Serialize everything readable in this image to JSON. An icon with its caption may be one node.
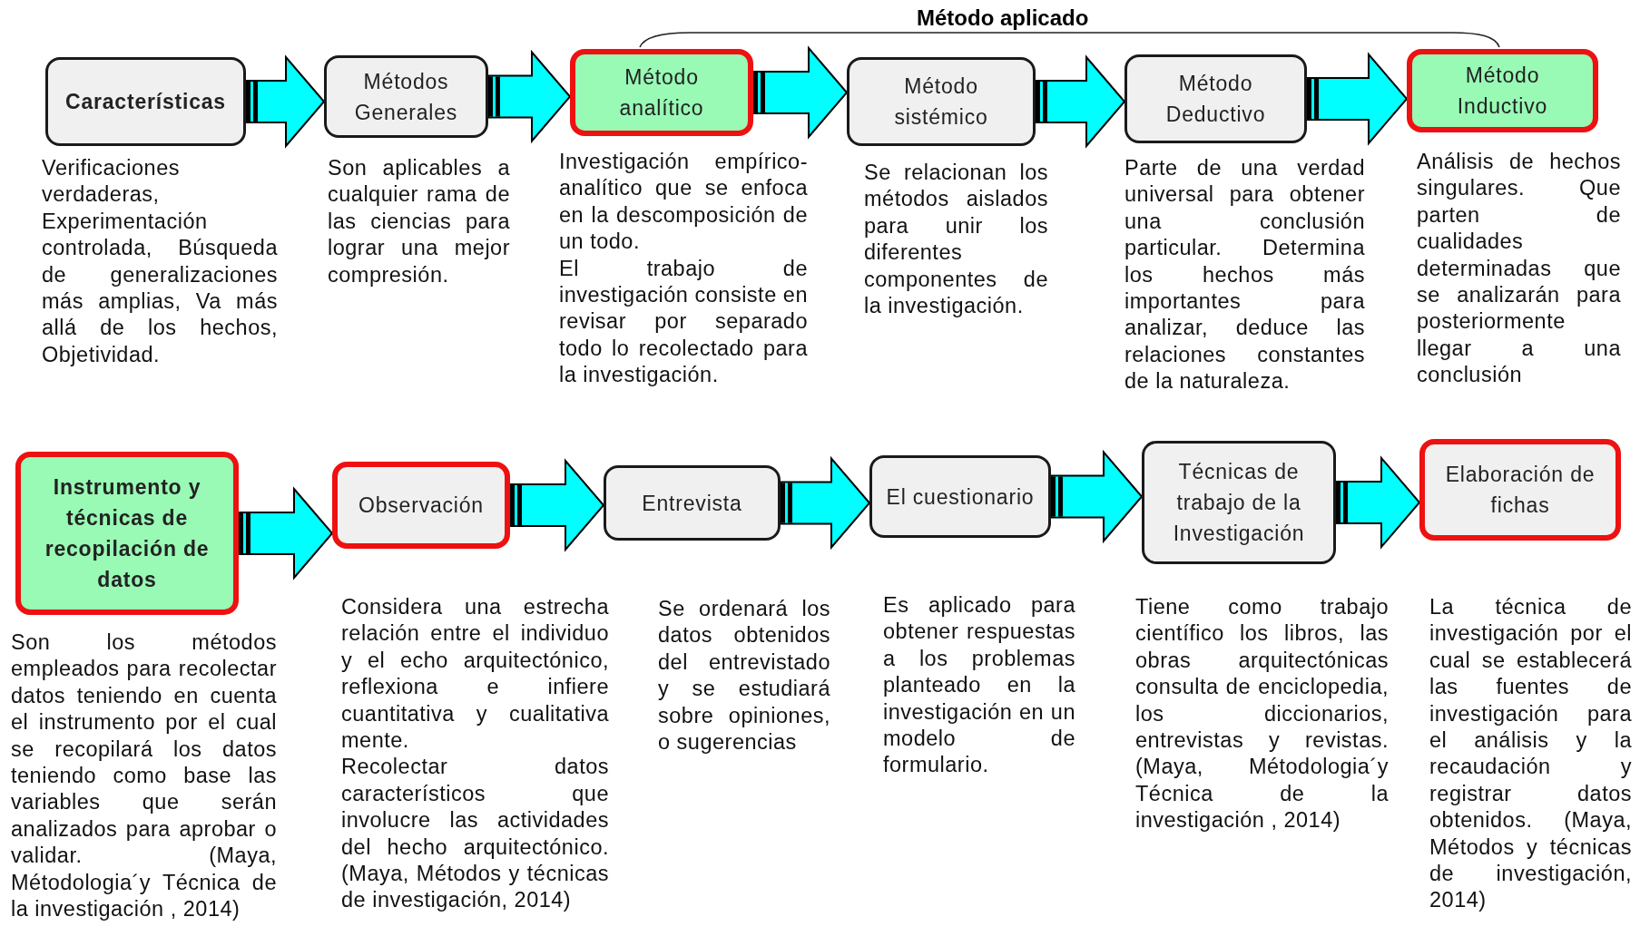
{
  "diagram": {
    "nodes": [
      {
        "text": [
          "Características"
        ],
        "beside": [
          "Verificaciones verdaderas, Experimentación controlada, Búsqueda de generalizaciones más amplias, Va más allá de los hechos, Objetividad."
        ]
      },
      {
        "text": [
          "Métodos Generales"
        ],
        "beside": [
          "Son aplicables a cualquier rama de las ciencias para lograr una mejor compresión."
        ]
      },
      {
        "text": [
          "Método analítico"
        ],
        "beside": [
          "Investigación empírico-analítico que se enfoca en la descomposición de un todo.",
          "El trabajo de investigación consiste en revisar por separado todo lo recolectado para la investigación."
        ]
      },
      {
        "text": [
          "Método sistémico"
        ],
        "beside": [
          "Se relacionan los métodos aislados para unir los diferentes componentes de la investigación."
        ]
      },
      {
        "text": [
          "Método Deductivo"
        ],
        "beside": [
          "Parte de una verdad universal para obtener una conclusión particular. Determina los hechos más importantes para analizar, deduce las relaciones constantes de la naturaleza."
        ]
      },
      {
        "text": [
          "Método Inductivo"
        ],
        "beside": [
          "Análisis de hechos singulares. Que parten de cualidades determinadas que se analizarán para posteriormente llegar a una conclusión"
        ]
      },
      {
        "text": [
          "Instrumento y técnicas de recopilación de datos"
        ],
        "beside": [
          "Son los métodos empleados para recolectar datos teniendo en cuenta el instrumento por el cual se recopilará los datos teniendo como base las variables que serán analizados para aprobar o validar. (Maya, Métodologia´y Técnica de la investigación , 2014)"
        ]
      },
      {
        "text": [
          "Observación"
        ],
        "beside": [
          "Considera una estrecha relación entre el individuo y el echo arquitectónico, reflexiona e infiere cuantitativa y cualitativa mente.",
          "Recolectar datos característicos que involucre las actividades del hecho arquitectónico. (Maya, Métodos y técnicas de investigación, 2014)"
        ]
      },
      {
        "text": [
          "Entrevista"
        ],
        "beside": [
          "Se ordenará los datos obtenidos del entrevistado y se estudiará sobre opiniones, o sugerencias"
        ]
      },
      {
        "text": [
          "El cuestionario"
        ],
        "beside": [
          "Es aplicado para obtener respuestas a los problemas planteado en la investigación en un modelo de formulario."
        ]
      },
      {
        "text": [
          "Técnicas de trabajo de la Investigación"
        ],
        "beside": [
          "Tiene como trabajo científico los libros, las obras arquitectónicas consulta de enciclopedia, los diccionarios, entrevistas y revistas. (Maya, Métodologia´y Técnica de la investigación , 2014)"
        ]
      },
      {
        "text": [
          "Elaboración de fichas"
        ],
        "beside": [
          "La técnica de investigación por el cual se establecerá las fuentes de investigación para el análisis y la recaudación y registrar datos obtenidos. (Maya, Métodos y técnicas de investigación, 2014)"
        ]
      }
    ],
    "edges": [
      {
        "from": 0,
        "to": 1,
        "arrow": "to"
      },
      {
        "from": 1,
        "to": 2,
        "arrow": "to"
      },
      {
        "from": 2,
        "to": 3,
        "arrow": "to"
      },
      {
        "from": 3,
        "to": 4,
        "arrow": "to"
      },
      {
        "from": 4,
        "to": 5,
        "arrow": "to"
      },
      {
        "from": 6,
        "to": 7,
        "arrow": "to"
      },
      {
        "from": 7,
        "to": 8,
        "arrow": "to"
      },
      {
        "from": 8,
        "to": 9,
        "arrow": "to"
      },
      {
        "from": 9,
        "to": 10,
        "arrow": "to"
      },
      {
        "from": 10,
        "to": 11,
        "arrow": "to"
      }
    ],
    "labels": [
      "Método aplicado"
    ]
  }
}
